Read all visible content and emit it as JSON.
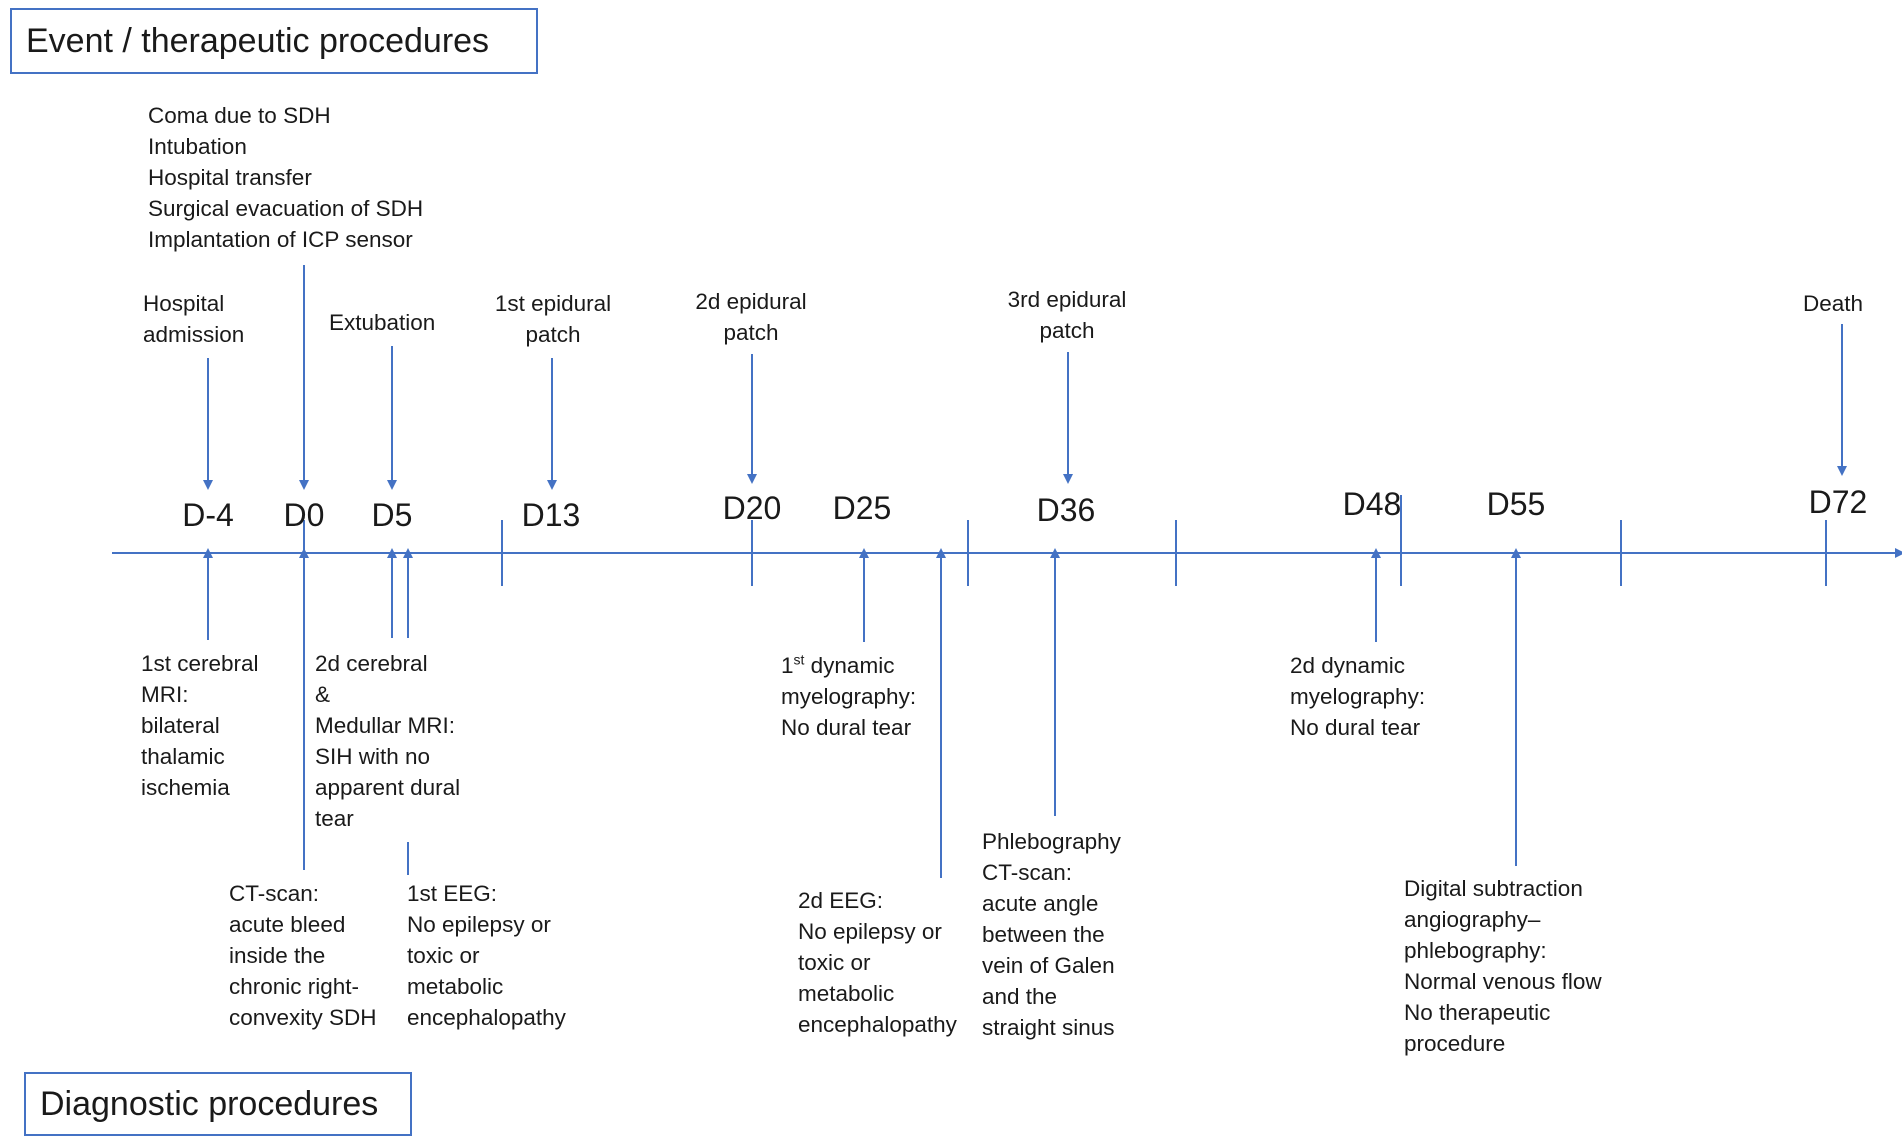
{
  "headers": {
    "top": "Event / therapeutic procedures",
    "bottom": "Diagnostic procedures"
  },
  "colors": {
    "line": "#4472c4",
    "text": "#1a1a1a"
  },
  "days": [
    "D-4",
    "D0",
    "D5",
    "D13",
    "D20",
    "D25",
    "D36",
    "D48",
    "D55",
    "D72"
  ],
  "events": [
    {
      "lines": [
        "Hospital",
        "admission"
      ]
    },
    {
      "lines": [
        "Coma due to SDH",
        "Intubation",
        "Hospital transfer",
        "Surgical evacuation of SDH",
        "Implantation of ICP sensor"
      ]
    },
    {
      "lines": [
        "Extubation"
      ]
    },
    {
      "lines": [
        "1st epidural",
        "patch"
      ]
    },
    {
      "lines": [
        "2d epidural",
        "patch"
      ]
    },
    {
      "lines": [
        "3rd epidural",
        "patch"
      ]
    },
    {
      "lines": [
        "Death"
      ]
    }
  ],
  "diagnostics": [
    {
      "lines": [
        "1st cerebral",
        "MRI:",
        "bilateral",
        "thalamic",
        "ischemia"
      ]
    },
    {
      "lines": [
        "2d cerebral",
        "&",
        "Medullar MRI:",
        "SIH with no",
        "apparent dural",
        "tear"
      ]
    },
    {
      "lines": [
        "CT-scan:",
        "acute bleed",
        "inside the",
        "chronic right-",
        "convexity SDH"
      ]
    },
    {
      "lines": [
        "1st EEG:",
        "No epilepsy or",
        "toxic or",
        "metabolic",
        "encephalopathy"
      ]
    },
    {
      "sup": "st",
      "lines": [
        "1",
        "myelography:",
        "No dural tear"
      ],
      "first_suffix": " dynamic"
    },
    {
      "lines": [
        "2d EEG:",
        "No epilepsy or",
        "toxic or",
        "metabolic",
        "encephalopathy"
      ]
    },
    {
      "lines": [
        "Phlebography",
        "CT-scan:",
        "acute angle",
        "between the",
        "vein of Galen",
        "and the",
        "straight sinus"
      ]
    },
    {
      "lines": [
        "2d dynamic",
        "myelography:",
        "No dural tear"
      ]
    },
    {
      "lines": [
        "Digital subtraction",
        "angiography–",
        "phlebography:",
        "Normal venous flow",
        "No therapeutic",
        "procedure"
      ]
    }
  ]
}
